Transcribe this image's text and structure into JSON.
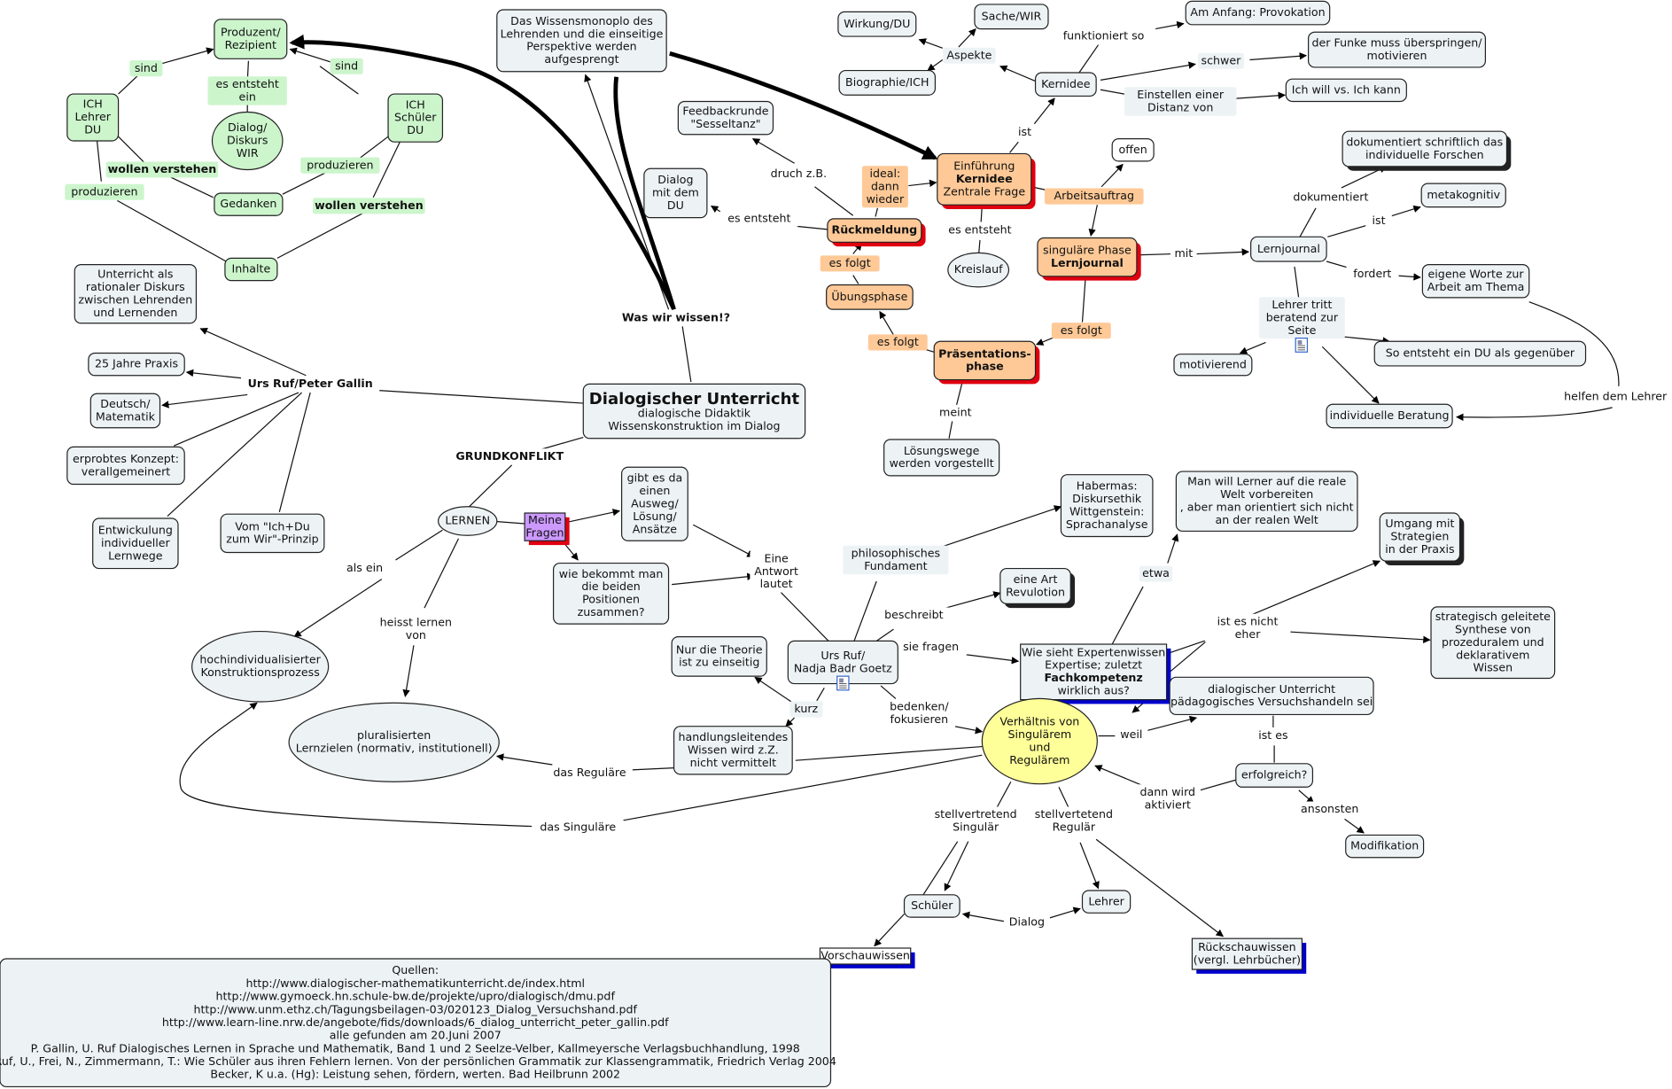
{
  "colors": {
    "green": "#ccf5cc",
    "grey": "#edf3f5",
    "orange": "#fec997",
    "yellow": "#ffff99",
    "purple": "#cc99ff",
    "white": "#ffffff",
    "shadow_red": "#e00010",
    "shadow_blue": "#0000cc",
    "shadow_dark": "#222222"
  },
  "icons": {
    "resource": "document-icon"
  },
  "nodes": {
    "produzent": {
      "lines": [
        "Produzent/",
        "Rezipient"
      ]
    },
    "ichLehrer": {
      "lines": [
        "ICH",
        "Lehrer",
        "DU"
      ]
    },
    "ichSchueler": {
      "lines": [
        "ICH",
        "Schüler",
        "DU"
      ]
    },
    "dialogWir": {
      "lines": [
        "Dialog/",
        "Diskurs",
        "WIR"
      ]
    },
    "gedanken": {
      "lines": [
        "Gedanken"
      ]
    },
    "inhalte": {
      "lines": [
        "Inhalte"
      ]
    },
    "wissensmonopol": {
      "lines": [
        "Das Wissensmonoplo des",
        "Lehrenden und die einseitige",
        "Perspektive werden",
        "aufgesprengt"
      ]
    },
    "unterrichtDiskurs": {
      "lines": [
        "Unterricht als",
        "rationaler Diskurs",
        "zwischen Lehrenden",
        "und Lernenden"
      ]
    },
    "jahre25": {
      "lines": [
        "25 Jahre Praxis"
      ]
    },
    "deutsch": {
      "lines": [
        "Deutsch/",
        "Matematik"
      ]
    },
    "erprobt": {
      "lines": [
        "erprobtes Konzept:",
        "verallgemeinert"
      ]
    },
    "entwicklung": {
      "lines": [
        "Entwickulung",
        "individueller",
        "Lernwege"
      ]
    },
    "vomIch": {
      "lines": [
        "Vom \"Ich+Du",
        "zum Wir\"-Prinzip"
      ]
    },
    "main": {
      "lines": [
        "Dialogischer Unterricht",
        "dialogische Didaktik",
        "Wissenskonstruktion im Dialog"
      ]
    },
    "lernen": {
      "lines": [
        "LERNEN"
      ]
    },
    "meineFragen": {
      "lines": [
        "Meine",
        "Fragen"
      ]
    },
    "gibtEs": {
      "lines": [
        "gibt es da",
        "einen",
        "Ausweg/",
        "Lösung/",
        "Ansätze"
      ]
    },
    "wieBekommt": {
      "lines": [
        "wie bekommt man",
        "die beiden",
        "Positionen",
        "zusammen?"
      ]
    },
    "hochindividual": {
      "lines": [
        "hochindividualisierter",
        "Konstruktionsprozess"
      ]
    },
    "pluralisiert": {
      "lines": [
        "pluralisierten",
        "Lernzielen (normativ, institutionell)"
      ]
    },
    "nurTheorie": {
      "lines": [
        "Nur die Theorie",
        "ist zu einseitig"
      ]
    },
    "ursNadja": {
      "lines": [
        "Urs Ruf/",
        "Nadja Badr Goetz"
      ]
    },
    "handlungs": {
      "lines": [
        "handlungsleitendes",
        "Wissen wird z.Z.",
        "nicht vermittelt"
      ]
    },
    "habermas": {
      "lines": [
        "Habermas:",
        "Diskursethik",
        "Wittgenstein:",
        "Sprachanalyse"
      ]
    },
    "eineArt": {
      "lines": [
        "eine Art",
        "Revulotion"
      ]
    },
    "manWill": {
      "lines": [
        "Man will Lerner auf die reale",
        "Welt vorbereiten",
        ", aber man orientiert sich nicht",
        "an der realen Welt"
      ]
    },
    "wieSieht": {
      "lines": [
        "Wie sieht Expertenwissen",
        "Expertise; zuletzt",
        "Fachkompetenz",
        "wirklich aus?"
      ]
    },
    "umgang": {
      "lines": [
        "Umgang mit",
        "Strategien",
        "in der Praxis"
      ]
    },
    "strategisch": {
      "lines": [
        "strategisch geleitete",
        "Synthese von",
        "prozeduralem und",
        "deklarativem",
        "Wissen"
      ]
    },
    "dialogischerU2": {
      "lines": [
        "dialogischer Unterricht",
        "pädagogisches Versuchshandeln sei"
      ]
    },
    "verhaeltnis": {
      "lines": [
        "Verhältnis von",
        "Singulärem",
        "und",
        "Regulärem"
      ]
    },
    "erfolgreich": {
      "lines": [
        "erfolgreich?"
      ]
    },
    "modifikation": {
      "lines": [
        "Modifikation"
      ]
    },
    "schueler": {
      "lines": [
        "Schüler"
      ]
    },
    "lehrer": {
      "lines": [
        "Lehrer"
      ]
    },
    "vorschau": {
      "lines": [
        "Vorschauwissen"
      ]
    },
    "rueckschau": {
      "lines": [
        "Rückschauwissen",
        "(vergl. Lehrbücher)"
      ]
    },
    "quellen": {
      "lines": [
        "Quellen:",
        "http://www.dialogischer-mathematikunterricht.de/index.html",
        "http://www.gymoeck.hn.schule-bw.de/projekte/upro/dialogisch/dmu.pdf",
        "http://www.unm.ethz.ch/Tagungsbeilagen-03/020123_Dialog_Versuchshand.pdf",
        "http://www.learn-line.nrw.de/angebote/fids/downloads/6_dialog_unterricht_peter_gallin.pdf",
        "alle gefunden am 20.Juni 2007",
        "P. Gallin, U. Ruf Dialogisches Lernen in Sprache und Mathematik, Band 1 und 2 Seelze-Velber, Kallmeyersche Verlagsbuchhandlung, 1998",
        "Ruf, U., Frei, N., Zimmermann, T.: Wie Schüler aus ihren Fehlern lernen. Von der persönlichen Grammatik zur Klassengrammatik, Friedrich Verlag 2004",
        "Becker, K u.a. (Hg): Leistung sehen, fördern, werten. Bad Heilbrunn 2002"
      ]
    },
    "wirkungDU": {
      "lines": [
        "Wirkung/DU"
      ]
    },
    "sacheWir": {
      "lines": [
        "Sache/WIR"
      ]
    },
    "biographie": {
      "lines": [
        "Biographie/ICH"
      ]
    },
    "kernidee": {
      "lines": [
        "Kernidee"
      ]
    },
    "amAnfang": {
      "lines": [
        "Am Anfang: Provokation"
      ]
    },
    "funke": {
      "lines": [
        "der Funke muss überspringen/",
        "motivieren"
      ]
    },
    "ichWill": {
      "lines": [
        "Ich will vs. Ich kann"
      ]
    },
    "feedback": {
      "lines": [
        "Feedbackrunde",
        "\"Sesseltanz\""
      ]
    },
    "dialogMitDu": {
      "lines": [
        "Dialog",
        "mit dem",
        "DU"
      ]
    },
    "einfuehrung": {
      "lines": [
        "Einführung",
        "Kernidee",
        "Zentrale Frage"
      ]
    },
    "offen": {
      "lines": [
        "offen"
      ]
    },
    "rueckmeldung": {
      "lines": [
        "Rückmeldung"
      ]
    },
    "kreislauf": {
      "lines": [
        "Kreislauf"
      ]
    },
    "uebungsphase": {
      "lines": [
        "Übungsphase"
      ]
    },
    "singular": {
      "lines": [
        "singuläre Phase",
        "Lernjournal"
      ]
    },
    "lernjournal": {
      "lines": [
        "Lernjournal"
      ]
    },
    "praesentation": {
      "lines": [
        "Präsentations-",
        "phase"
      ]
    },
    "loesung": {
      "lines": [
        "Lösungswege",
        "werden vorgestellt"
      ]
    },
    "dokSchrift": {
      "lines": [
        "dokumentiert schriftlich das",
        "individuelle Forschen"
      ]
    },
    "metakognitiv": {
      "lines": [
        "metakognitiv"
      ]
    },
    "eigeneWorte": {
      "lines": [
        "eigene Worte zur",
        "Arbeit am Thema"
      ]
    },
    "motivierend": {
      "lines": [
        "motivierend"
      ]
    },
    "soEntsteht": {
      "lines": [
        "So entsteht ein DU als gegenüber"
      ]
    },
    "individuelle": {
      "lines": [
        "individuelle Beratung"
      ]
    }
  },
  "links": {
    "sind1": {
      "lines": [
        "sind"
      ]
    },
    "esEntstehtEin": {
      "lines": [
        "es entsteht",
        "ein"
      ]
    },
    "sind2": {
      "lines": [
        "sind"
      ]
    },
    "wollen1": {
      "lines": [
        "wollen verstehen"
      ]
    },
    "produzieren1": {
      "lines": [
        "produzieren"
      ]
    },
    "produzieren2": {
      "lines": [
        "produzieren"
      ]
    },
    "wollen2": {
      "lines": [
        "wollen verstehen"
      ]
    },
    "wasWir": {
      "lines": [
        "Was wir wissen!?"
      ]
    },
    "ursGallin": {
      "lines": [
        "Urs Ruf/Peter Gallin"
      ]
    },
    "grundkonflikt": {
      "lines": [
        "GRUNDKONFLIKT"
      ]
    },
    "eineAntwort": {
      "lines": [
        "Eine",
        "Antwort",
        "lautet"
      ]
    },
    "alsEin": {
      "lines": [
        "als ein"
      ]
    },
    "heisst": {
      "lines": [
        "heisst lernen",
        "von"
      ]
    },
    "dasRegulaere": {
      "lines": [
        "das Reguläre"
      ]
    },
    "dasSingulaere": {
      "lines": [
        "das Singuläre"
      ]
    },
    "kurz": {
      "lines": [
        "kurz"
      ]
    },
    "philos": {
      "lines": [
        "philosophisches",
        "Fundament"
      ]
    },
    "beschreibt": {
      "lines": [
        "beschreibt"
      ]
    },
    "sieFragen": {
      "lines": [
        "sie fragen"
      ]
    },
    "bedenken": {
      "lines": [
        "bedenken/",
        "fokusieren"
      ]
    },
    "etwa": {
      "lines": [
        "etwa"
      ]
    },
    "istEsNicht": {
      "lines": [
        "ist es nicht",
        "eher"
      ]
    },
    "weil": {
      "lines": [
        "weil"
      ]
    },
    "istEs": {
      "lines": [
        "ist es"
      ]
    },
    "dannWird": {
      "lines": [
        "dann wird",
        "aktiviert"
      ]
    },
    "ansonsten": {
      "lines": [
        "ansonsten"
      ]
    },
    "stellvSing": {
      "lines": [
        "stellvertretend",
        "Singulär"
      ]
    },
    "stellvReg": {
      "lines": [
        "stellvertetend",
        "Regulär"
      ]
    },
    "dialog": {
      "lines": [
        "Dialog"
      ]
    },
    "aspekte": {
      "lines": [
        "Aspekte"
      ]
    },
    "funktioniert": {
      "lines": [
        "funktioniert so"
      ]
    },
    "schwer": {
      "lines": [
        "schwer"
      ]
    },
    "einstellen": {
      "lines": [
        "Einstellen einer",
        "Distanz von"
      ]
    },
    "druch": {
      "lines": [
        "druch z.B."
      ]
    },
    "ideal": {
      "lines": [
        "ideal:",
        "dann",
        "wieder"
      ]
    },
    "ist1": {
      "lines": [
        "ist"
      ]
    },
    "arbeitsauftrag": {
      "lines": [
        "Arbeitsauftrag"
      ]
    },
    "esEntsteht1": {
      "lines": [
        "es entsteht"
      ]
    },
    "esEntsteht2": {
      "lines": [
        "es entsteht"
      ]
    },
    "esFolgt1": {
      "lines": [
        "es folgt"
      ]
    },
    "esFolgt2": {
      "lines": [
        "es folgt"
      ]
    },
    "esFolgt3": {
      "lines": [
        "es folgt"
      ]
    },
    "meint": {
      "lines": [
        "meint"
      ]
    },
    "mit": {
      "lines": [
        "mit"
      ]
    },
    "dokumentiert": {
      "lines": [
        "dokumentiert"
      ]
    },
    "ist2": {
      "lines": [
        "ist"
      ]
    },
    "fordert": {
      "lines": [
        "fordert"
      ]
    },
    "lehrerTritt": {
      "lines": [
        "Lehrer tritt",
        "beratend zur",
        "Seite"
      ]
    },
    "helfen": {
      "lines": [
        "helfen dem Lehrer"
      ]
    }
  }
}
